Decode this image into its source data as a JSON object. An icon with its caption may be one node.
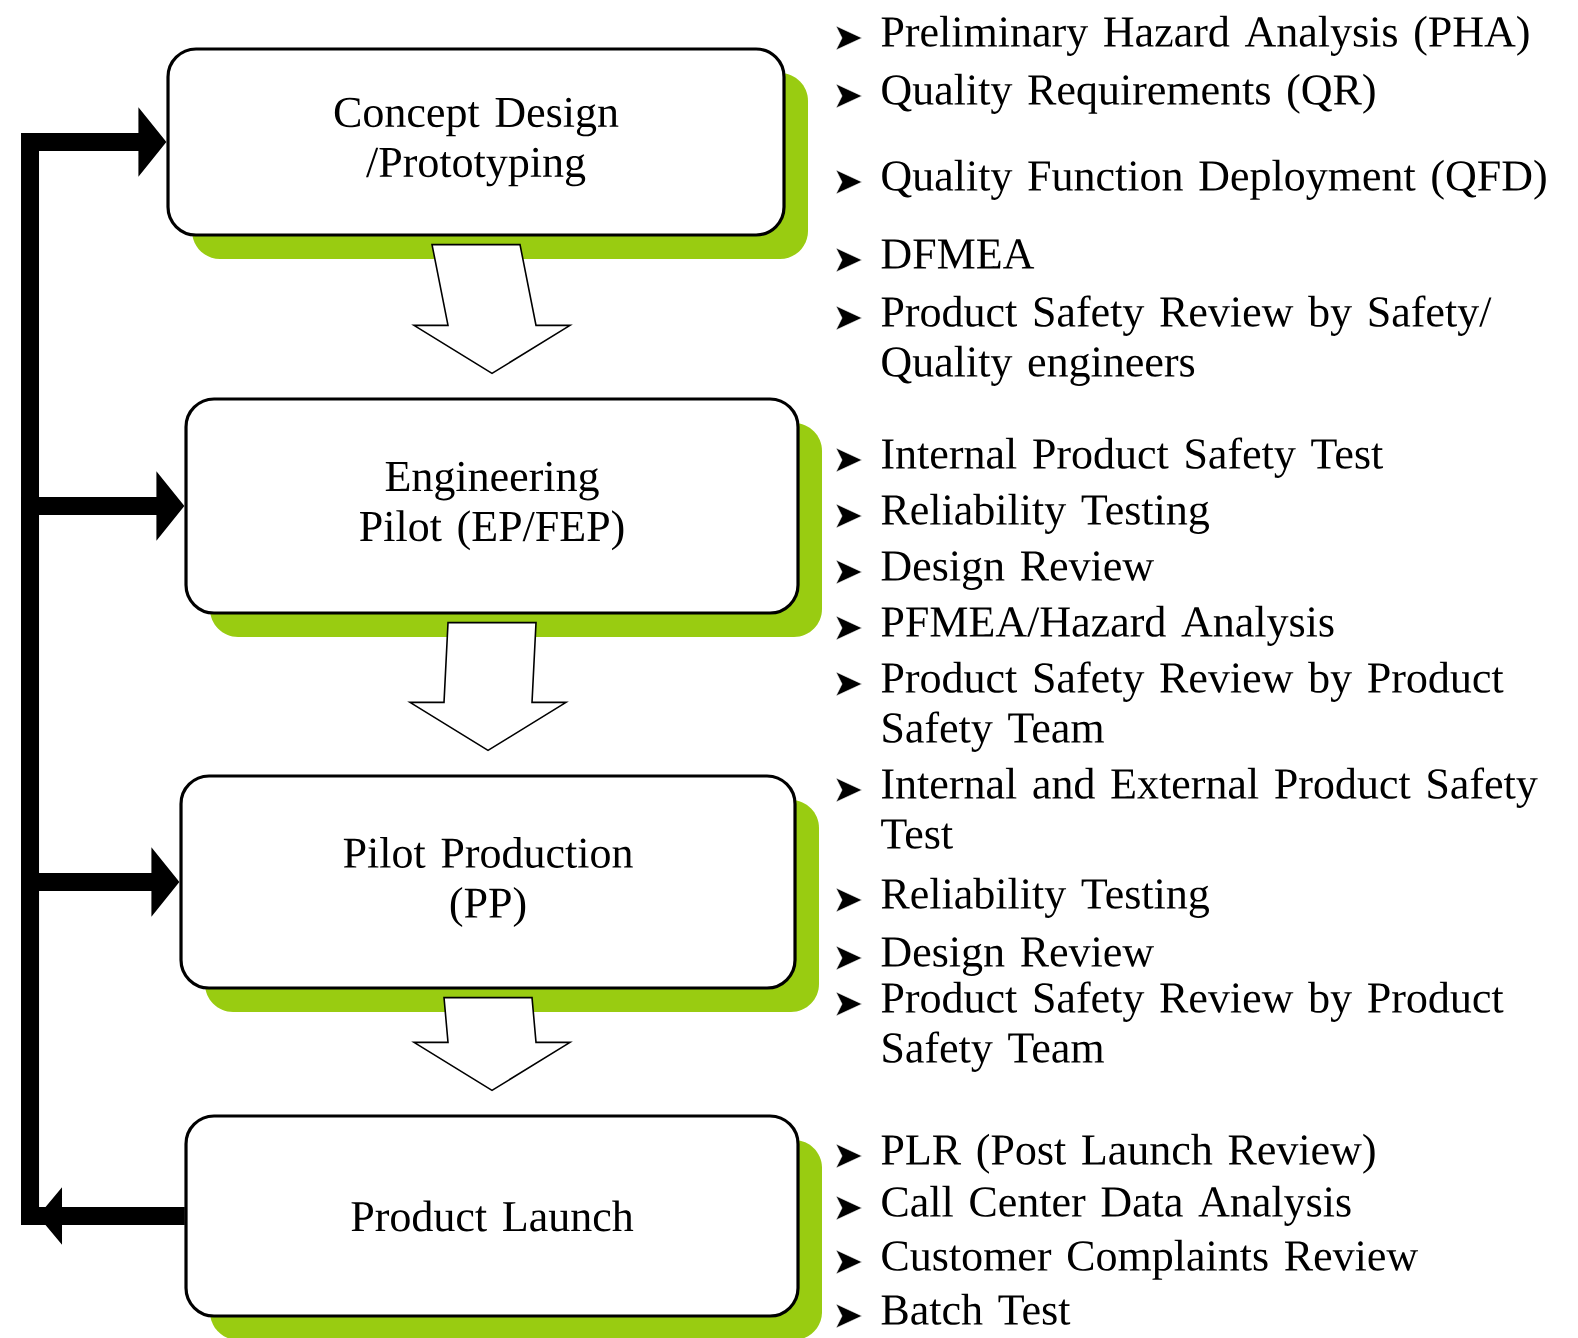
{
  "diagram": {
    "nodes": [
      {
        "text": [
          "Concept Design /Prototyping"
        ],
        "beside": [
          "Preliminary Hazard Analysis (PHA)",
          "Quality Requirements (QR)",
          "Quality Function Deployment (QFD)",
          "DFMEA",
          "Product Safety Review by Safety/ Quality engineers"
        ]
      },
      {
        "text": [
          "Engineering Pilot (EP/FEP)"
        ],
        "beside": [
          "Internal Product Safety Test",
          "Reliability Testing",
          "Design Review",
          "PFMEA/Hazard Analysis",
          "Product Safety Review by Product Safety Team"
        ]
      },
      {
        "text": [
          "Pilot Production (PP)"
        ],
        "beside": [
          "Internal and External Product Safety Test",
          "Reliability Testing",
          "Design Review",
          "Product Safety Review by Product Safety Team"
        ]
      },
      {
        "text": [
          "Product Launch"
        ],
        "beside": [
          "PLR (Post Launch Review)",
          "Call Center Data Analysis",
          "Customer Complaints Review",
          "Batch Test"
        ]
      }
    ],
    "edges": [
      {
        "from": 0,
        "to": 1,
        "arrow": "to"
      },
      {
        "from": 1,
        "to": 2,
        "arrow": "to"
      },
      {
        "from": 2,
        "to": 3,
        "arrow": "to"
      },
      {
        "from": 3,
        "to": 0,
        "arrow": "to"
      },
      {
        "from": 3,
        "to": 1,
        "arrow": "to"
      },
      {
        "from": 3,
        "to": 2,
        "arrow": "to"
      }
    ]
  }
}
